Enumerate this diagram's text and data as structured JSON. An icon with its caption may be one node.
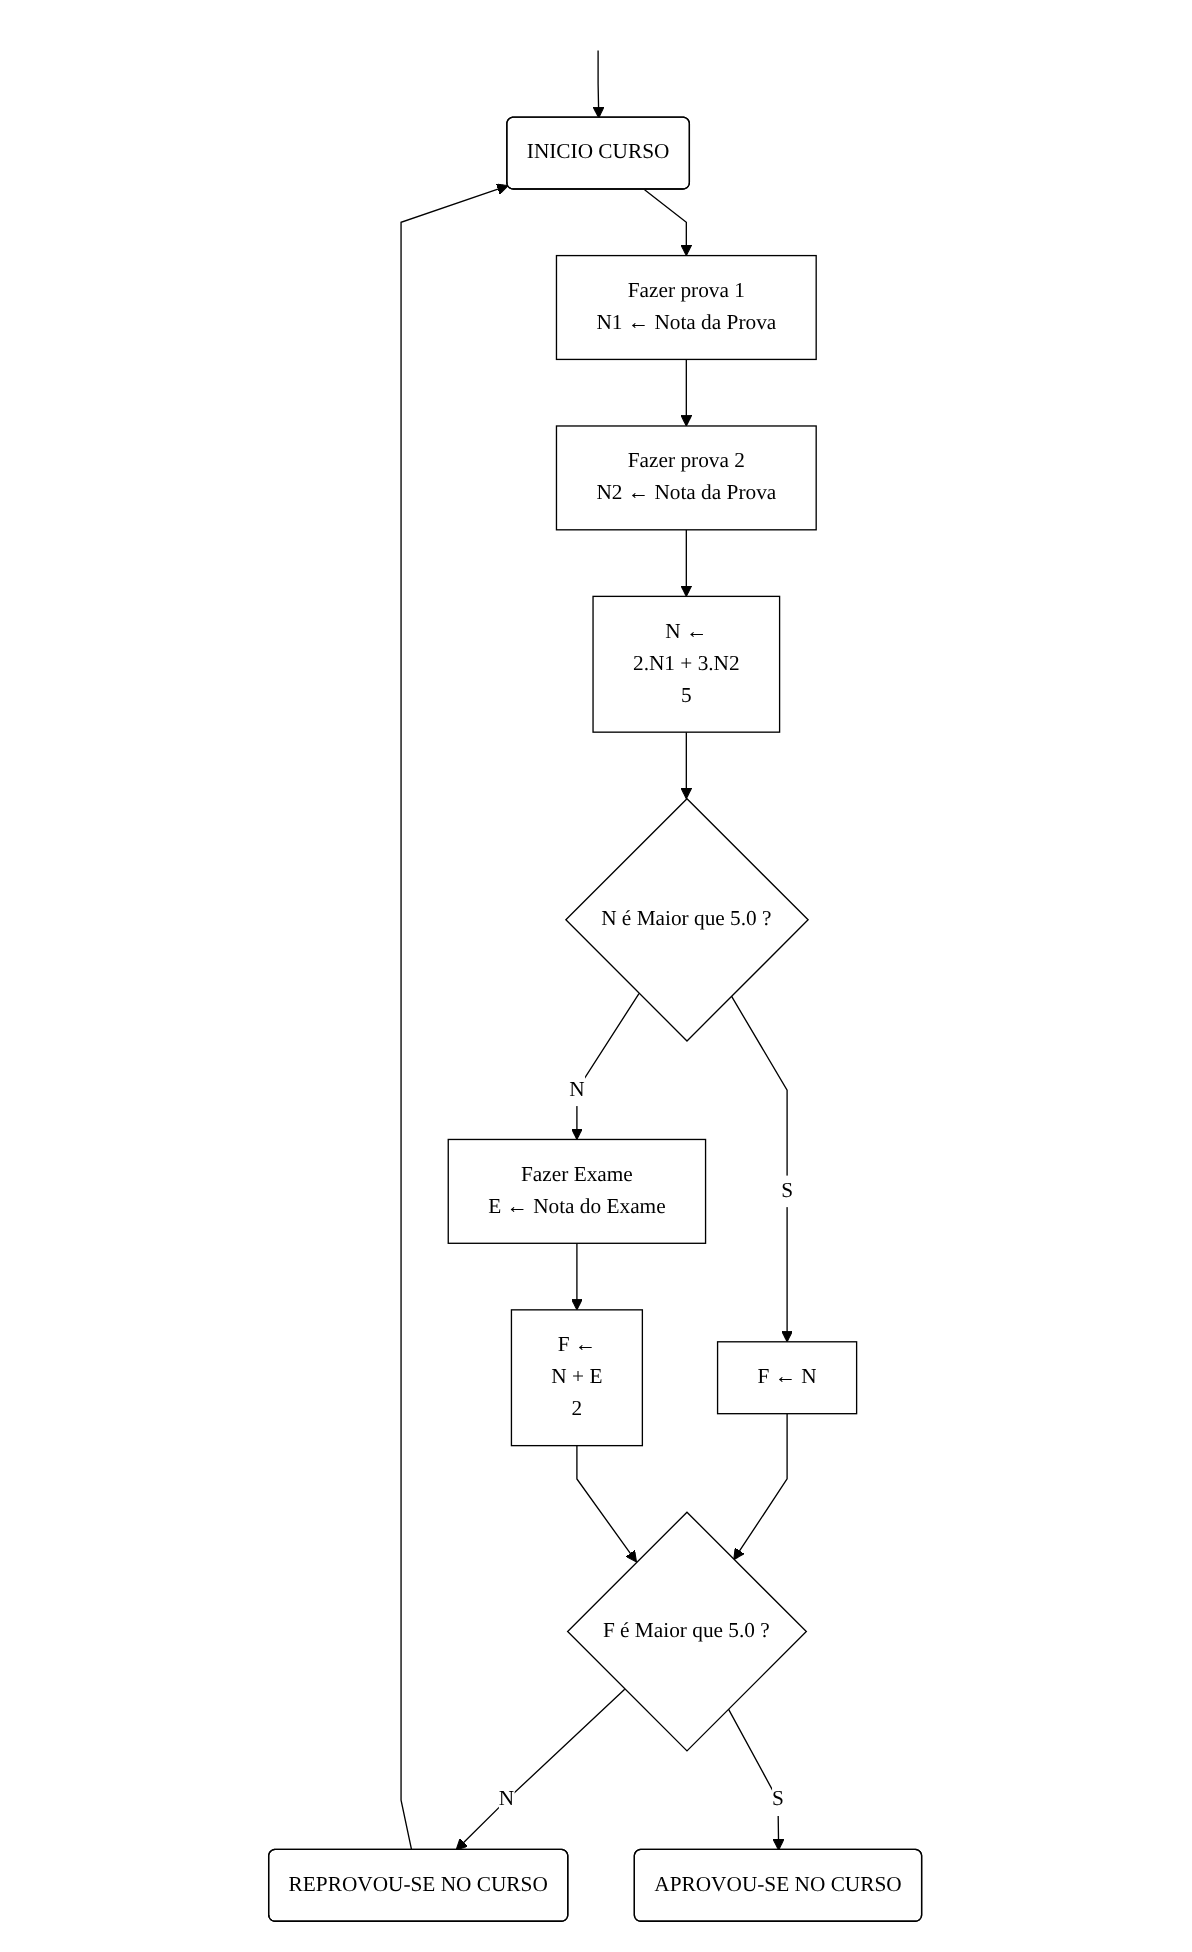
{
  "diagram": {
    "nodes": [
      {
        "text": [
          "INICIO CURSO"
        ]
      },
      {
        "text": [
          "Fazer prova 1",
          "N1 ← Nota da Prova"
        ]
      },
      {
        "text": [
          "Fazer prova 2",
          "N2 ← Nota da Prova"
        ]
      },
      {
        "text": [
          "N ←",
          "2.N1 + 3.N2",
          "5"
        ]
      },
      {
        "text": [
          "N é Maior que 5.0 ?"
        ]
      },
      {
        "text": [
          "Fazer Exame",
          "E ← Nota do Exame"
        ]
      },
      {
        "text": [
          "F ← N"
        ]
      },
      {
        "text": [
          "F ←",
          "N + E",
          "2"
        ]
      },
      {
        "text": [
          "F é Maior que 5.0 ?"
        ]
      },
      {
        "text": [
          "REPROVOU-SE NO CURSO"
        ]
      },
      {
        "text": [
          "APROVOU-SE NO CURSO"
        ]
      }
    ],
    "edges": [
      {
        "from": null,
        "to": 0,
        "arrow": "to"
      },
      {
        "from": 0,
        "to": 1,
        "arrow": "to"
      },
      {
        "from": 1,
        "to": 2,
        "arrow": "to"
      },
      {
        "from": 2,
        "to": 3,
        "arrow": "to"
      },
      {
        "from": 3,
        "to": 4,
        "arrow": "to"
      },
      {
        "from": 4,
        "to": 5,
        "arrow": "to",
        "label": "N"
      },
      {
        "from": 4,
        "to": 6,
        "arrow": "to",
        "label": "S"
      },
      {
        "from": 5,
        "to": 7,
        "arrow": "to"
      },
      {
        "from": 6,
        "to": 8,
        "arrow": "to"
      },
      {
        "from": 7,
        "to": 8,
        "arrow": "to"
      },
      {
        "from": 8,
        "to": 9,
        "arrow": "to",
        "label": "N"
      },
      {
        "from": 8,
        "to": 10,
        "arrow": "to",
        "label": "S"
      },
      {
        "from": 9,
        "to": 0,
        "arrow": "to"
      }
    ]
  }
}
